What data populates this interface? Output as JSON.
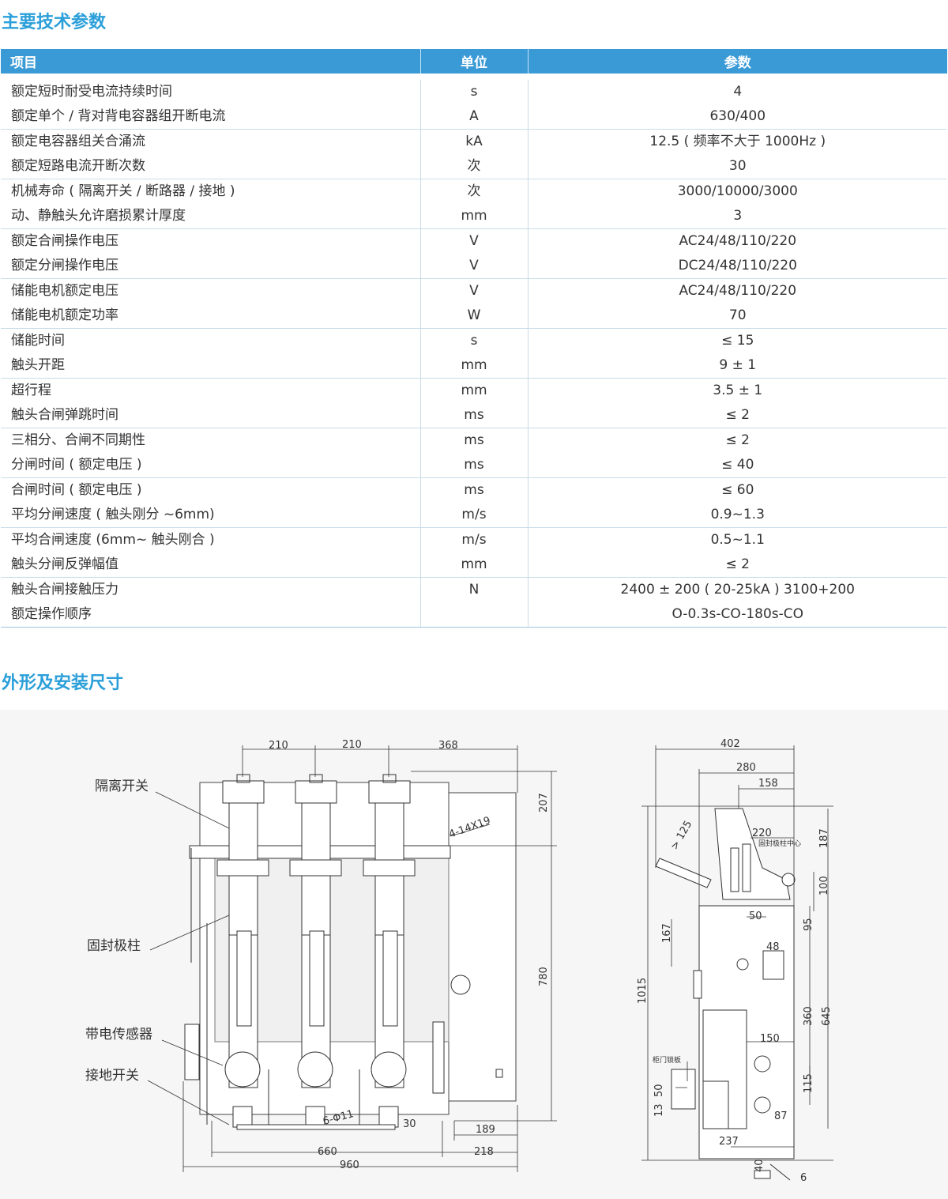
{
  "section1_title": "主要技术参数",
  "section2_title": "外形及安装尺寸",
  "table": {
    "headers": [
      "项目",
      "单位",
      "参数"
    ],
    "groups": [
      [
        [
          "额定短时耐受电流持续时间",
          "s",
          "4"
        ],
        [
          "额定单个 / 背对背电容器组开断电流",
          "A",
          "630/400"
        ]
      ],
      [
        [
          "额定电容器组关合涌流",
          "kA",
          "12.5 ( 频率不大于 1000Hz )"
        ],
        [
          "额定短路电流开断次数",
          "次",
          "30"
        ]
      ],
      [
        [
          "机械寿命 ( 隔离开关 / 断路器 / 接地 )",
          "次",
          "3000/10000/3000"
        ],
        [
          "动、静触头允许磨损累计厚度",
          "mm",
          "3"
        ]
      ],
      [
        [
          "额定合闸操作电压",
          "V",
          "AC24/48/110/220"
        ],
        [
          "额定分闸操作电压",
          "V",
          "DC24/48/110/220"
        ]
      ],
      [
        [
          "储能电机额定电压",
          "V",
          "AC24/48/110/220"
        ],
        [
          "储能电机额定功率",
          "W",
          "70"
        ]
      ],
      [
        [
          "储能时间",
          "s",
          "≤ 15"
        ],
        [
          "触头开距",
          "mm",
          "9 ± 1"
        ]
      ],
      [
        [
          "超行程",
          "mm",
          "3.5 ± 1"
        ],
        [
          "触头合闸弹跳时间",
          "ms",
          "≤ 2"
        ]
      ],
      [
        [
          "三相分、合闸不同期性",
          "ms",
          "≤ 2"
        ],
        [
          "分闸时间 ( 额定电压 )",
          "ms",
          "≤ 40"
        ]
      ],
      [
        [
          "合闸时间 ( 额定电压 )",
          "ms",
          "≤ 60"
        ],
        [
          "平均分闸速度 ( 触头刚分 ~6mm)",
          "m/s",
          "0.9~1.3"
        ]
      ],
      [
        [
          "平均合闸速度 (6mm~ 触头刚合 )",
          "m/s",
          "0.5~1.1"
        ],
        [
          "触头分闸反弹幅值",
          "mm",
          "≤ 2"
        ]
      ],
      [
        [
          "触头合闸接触压力",
          "N",
          "2400 ± 200 ( 20-25kA ) 3100+200"
        ],
        [
          "额定操作顺序",
          "",
          "O-0.3s-CO-180s-CO"
        ]
      ]
    ]
  },
  "drawing": {
    "front_labels": [
      "隔离开关",
      "固封极柱",
      "带电传感器",
      "接地开关"
    ],
    "front_dims": {
      "top": [
        "210",
        "210",
        "368"
      ],
      "right": [
        "207",
        "780"
      ],
      "hole_note": "4-14X19",
      "bottom_hole": "6-Φ11",
      "d30": "30",
      "d189": "189",
      "d660": "660",
      "d218": "218",
      "d960": "960"
    },
    "side_dims": {
      "top": [
        "402",
        "280",
        "158"
      ],
      "angle": "> 125",
      "d220": "220",
      "pole_center": "固封极柱中心",
      "right": [
        "187",
        "100",
        "95",
        "360",
        "645",
        "115"
      ],
      "left": [
        "1015",
        "167",
        "50",
        "13"
      ],
      "d50": "50",
      "d48": "48",
      "d150": "150",
      "d87": "87",
      "d237": "237",
      "d40": "40",
      "d6": "6",
      "door_lock": "柜门锁板"
    }
  }
}
